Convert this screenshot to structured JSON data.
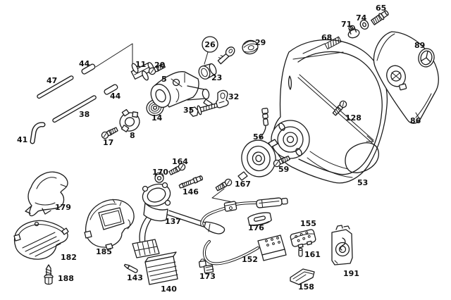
{
  "diagram": {
    "kind": "exploded-parts-diagram",
    "background_color": "#ffffff",
    "line_color": "#1b1b1b",
    "label_color": "#111111",
    "labels": {
      "n5": "5",
      "n8": "8",
      "n11": "11",
      "n14": "14",
      "n17": "17",
      "n20": "20",
      "n23": "23",
      "n26": "26",
      "n29": "29",
      "n32": "32",
      "n35": "35",
      "n38": "38",
      "n41": "41",
      "n44": "44",
      "n47": "47",
      "n53": "53",
      "n56": "56",
      "n59": "59",
      "n65": "65",
      "n68": "68",
      "n71": "71",
      "n74": "74",
      "n86": "86",
      "n89": "89",
      "n128": "128",
      "n137": "137",
      "n140": "140",
      "n143": "143",
      "n146": "146",
      "n152": "152",
      "n155": "155",
      "n158": "158",
      "n161": "161",
      "n164": "164",
      "n167": "167",
      "n170": "170",
      "n173": "173",
      "n176": "176",
      "n179": "179",
      "n182": "182",
      "n185": "185",
      "n188": "188",
      "n191": "191"
    }
  }
}
